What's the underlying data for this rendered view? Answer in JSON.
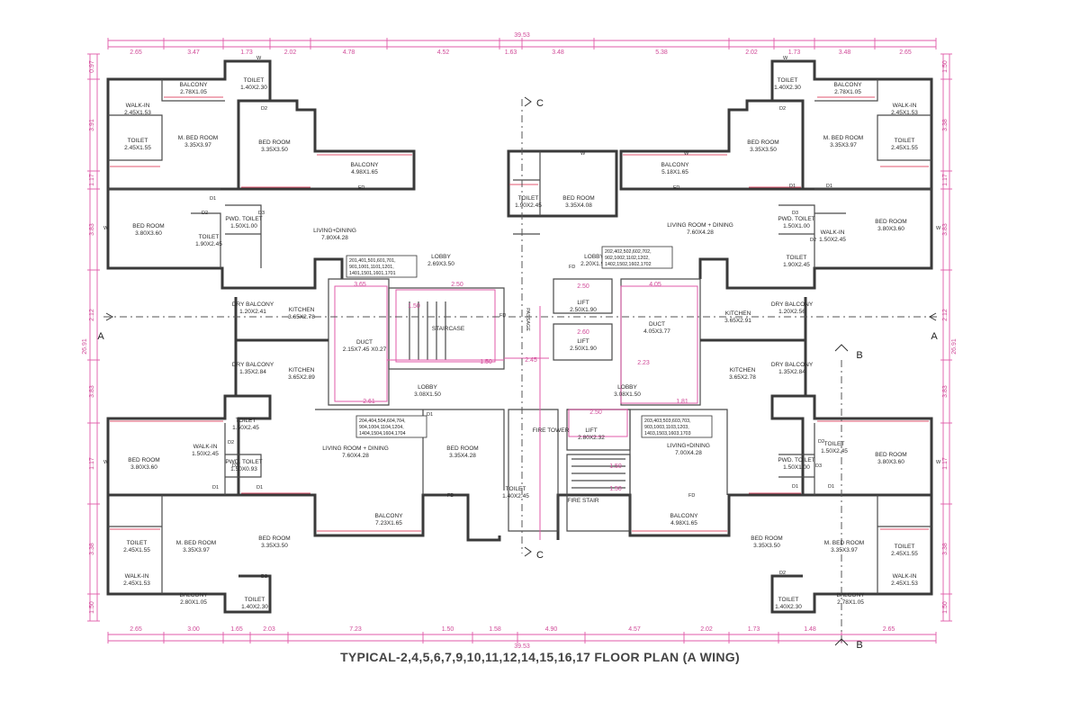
{
  "caption": "TYPICAL-2,4,5,6,7,9,10,11,12,14,15,16,17 FLOOR PLAN (A WING)",
  "overall_width": "39.53",
  "overall_depth": "26.91",
  "top_dims": [
    "2.65",
    "3.47",
    "1.73",
    "2.02",
    "4.78",
    "4.52",
    "1.63",
    "3.48",
    "5.38",
    "2.02",
    "1.73",
    "3.48",
    "2.65"
  ],
  "bottom_dims": [
    "2.65",
    "3.00",
    "1.65",
    "2.03",
    "7.23",
    "1.50",
    "1.58",
    "4.90",
    "4.57",
    "2.02",
    "1.73",
    "1.48",
    "2.65"
  ],
  "left_dims": [
    "0.97",
    "3.91",
    "1.17",
    "3.83",
    "2.12",
    "3.83",
    "1.17",
    "3.38",
    "1.50"
  ],
  "right_dims": [
    "1.50",
    "3.38",
    "1.17",
    "3.83",
    "2.12",
    "3.83",
    "1.17",
    "3.38",
    "1.50"
  ],
  "sections": {
    "a": "A",
    "b": "B",
    "c": "C"
  },
  "rooms": [
    {
      "id": "balcony-nw",
      "name": "BALCONY",
      "size": "2.78X1.05"
    },
    {
      "id": "toilet-nw-top",
      "name": "TOILET",
      "size": "1.40X2.30"
    },
    {
      "id": "walkin-nw",
      "name": "WALK-IN",
      "size": "2.45X1.53"
    },
    {
      "id": "toilet-nw-1",
      "name": "TOILET",
      "size": "2.45X1.55"
    },
    {
      "id": "mbed-nw",
      "name": "M. BED ROOM",
      "size": "3.35X3.97"
    },
    {
      "id": "bed-nw-2",
      "name": "BED ROOM",
      "size": "3.35X3.50"
    },
    {
      "id": "balcony-n-1",
      "name": "BALCONY",
      "size": "4.98X1.65"
    },
    {
      "id": "bed-nw-3",
      "name": "BED ROOM",
      "size": "3.80X3.60"
    },
    {
      "id": "toilet-nw-2",
      "name": "TOILET",
      "size": "1.90X2.45"
    },
    {
      "id": "pwd-nw",
      "name": "PWD. TOILET",
      "size": "1.50X1.00"
    },
    {
      "id": "living-nw",
      "name": "LIVING+DINING",
      "size": "7.80X4.28"
    },
    {
      "id": "lobby-n-1",
      "name": "LOBBY",
      "size": "2.69X3.50"
    },
    {
      "id": "toilet-n-c",
      "name": "TOILET",
      "size": "1.90X2.45"
    },
    {
      "id": "bed-n-c",
      "name": "BED ROOM",
      "size": "3.35X4.08"
    },
    {
      "id": "balcony-n-2",
      "name": "BALCONY",
      "size": "5.18X1.65"
    },
    {
      "id": "living-ne",
      "name": "LIVING ROOM + DINING",
      "size": "7.60X4.28"
    },
    {
      "id": "lobby-n-2",
      "name": "LOBBY",
      "size": "2.20X1.90"
    },
    {
      "id": "toilet-ne-top",
      "name": "TOILET",
      "size": "1.40X2.30"
    },
    {
      "id": "balcony-ne",
      "name": "BALCONY",
      "size": "2.78X1.05"
    },
    {
      "id": "walkin-ne",
      "name": "WALK-IN",
      "size": "2.45X1.53"
    },
    {
      "id": "bed-ne-1",
      "name": "BED ROOM",
      "size": "3.35X3.50"
    },
    {
      "id": "mbed-ne",
      "name": "M. BED ROOM",
      "size": "3.35X3.97"
    },
    {
      "id": "toilet-ne-1",
      "name": "TOILET",
      "size": "2.45X1.55"
    },
    {
      "id": "pwd-ne",
      "name": "PWD. TOILET",
      "size": "1.50X1.00"
    },
    {
      "id": "walkin-ne-2",
      "name": "WALK-IN",
      "size": "1.50X2.45"
    },
    {
      "id": "bed-ne-2",
      "name": "BED ROOM",
      "size": "3.80X3.60"
    },
    {
      "id": "toilet-ne-2",
      "name": "TOILET",
      "size": "1.90X2.45"
    },
    {
      "id": "dry-nw",
      "name": "DRY BALCONY",
      "size": "1.20X2.41"
    },
    {
      "id": "kitchen-nw",
      "name": "KITCHEN",
      "size": "3.65X2.78"
    },
    {
      "id": "duct-w",
      "name": "DUCT",
      "size": "2.15X7.45 X0.27"
    },
    {
      "id": "staircase",
      "name": "STAIRCASE",
      "size": ""
    },
    {
      "id": "lift-1",
      "name": "LIFT",
      "size": "2.50X1.90"
    },
    {
      "id": "lift-2",
      "name": "LIFT",
      "size": "2.50X1.90"
    },
    {
      "id": "duct-e",
      "name": "DUCT",
      "size": "4.05X3.77"
    },
    {
      "id": "kitchen-ne",
      "name": "KITCHEN",
      "size": "3.65X2.91"
    },
    {
      "id": "dry-ne",
      "name": "DRY BALCONY",
      "size": "1.20X2.56"
    },
    {
      "id": "dry-sw",
      "name": "DRY BALCONY",
      "size": "1.35X2.84"
    },
    {
      "id": "kitchen-sw",
      "name": "KITCHEN",
      "size": "3.65X2.89"
    },
    {
      "id": "lobby-s-1",
      "name": "LOBBY",
      "size": "3.08X1.50"
    },
    {
      "id": "lobby-s-2",
      "name": "LOBBY",
      "size": "3.08X1.50"
    },
    {
      "id": "kitchen-se",
      "name": "KITCHEN",
      "size": "3.65X2.78"
    },
    {
      "id": "dry-se",
      "name": "DRY BALCONY",
      "size": "1.35X2.84"
    },
    {
      "id": "toilet-sw-top",
      "name": "TOILET",
      "size": "1.50X2.45"
    },
    {
      "id": "bed-sw-1",
      "name": "BED ROOM",
      "size": "3.80X3.60"
    },
    {
      "id": "walkin-sw",
      "name": "WALK-IN",
      "size": "1.50X2.45"
    },
    {
      "id": "pwd-sw",
      "name": "PWD. TOILET",
      "size": "1.50X0.93"
    },
    {
      "id": "living-sw",
      "name": "LIVING ROOM + DINING",
      "size": "7.60X4.28"
    },
    {
      "id": "bed-s-c",
      "name": "BED ROOM",
      "size": "3.35X4.28"
    },
    {
      "id": "lift-3",
      "name": "LIFT",
      "size": "2.80X2.32"
    },
    {
      "id": "fire-tower",
      "name": "FIRE TOWER",
      "size": ""
    },
    {
      "id": "toilet-s-c",
      "name": "TOILET",
      "size": "1.40X2.45"
    },
    {
      "id": "fire-stair",
      "name": "FIRE STAIR",
      "size": ""
    },
    {
      "id": "living-se",
      "name": "LIVING+DINING",
      "size": "7.00X4.28"
    },
    {
      "id": "toilet-se-top",
      "name": "TOILET",
      "size": "1.50X2.45"
    },
    {
      "id": "pwd-se",
      "name": "PWD. TOILET",
      "size": "1.50X1.00"
    },
    {
      "id": "bed-se-1",
      "name": "BED ROOM",
      "size": "3.80X3.60"
    },
    {
      "id": "toilet-sw-1",
      "name": "TOILET",
      "size": "2.45X1.55"
    },
    {
      "id": "mbed-sw",
      "name": "M. BED ROOM",
      "size": "3.35X3.97"
    },
    {
      "id": "bed-sw-2",
      "name": "BED ROOM",
      "size": "3.35X3.50"
    },
    {
      "id": "walkin-sw-2",
      "name": "WALK-IN",
      "size": "2.45X1.53"
    },
    {
      "id": "balcony-sw",
      "name": "BALCONY",
      "size": "2.80X1.05"
    },
    {
      "id": "toilet-sw-bot",
      "name": "TOILET",
      "size": "1.40X2.30"
    },
    {
      "id": "balcony-s-1",
      "name": "BALCONY",
      "size": "7.23X1.65"
    },
    {
      "id": "balcony-s-2",
      "name": "BALCONY",
      "size": "4.98X1.65"
    },
    {
      "id": "bed-se-2",
      "name": "BED ROOM",
      "size": "3.35X3.50"
    },
    {
      "id": "mbed-se",
      "name": "M. BED ROOM",
      "size": "3.35X3.97"
    },
    {
      "id": "toilet-se-1",
      "name": "TOILET",
      "size": "2.45X1.55"
    },
    {
      "id": "walkin-se",
      "name": "WALK-IN",
      "size": "2.45X1.53"
    },
    {
      "id": "toilet-se-bot",
      "name": "TOILET",
      "size": "1.40X2.30"
    },
    {
      "id": "balcony-se",
      "name": "BALCONY",
      "size": "2.78X1.05"
    }
  ],
  "flat_numbers": [
    {
      "id": "flats-nw",
      "text": [
        "201,401,501,601,701,",
        "901,1001,1101,1201,",
        "1401,1501,1601,1701"
      ]
    },
    {
      "id": "flats-ne",
      "text": [
        "202,402,502,602,702,",
        "902,1002,1102,1202,",
        "1402,1502,1602,1702"
      ]
    },
    {
      "id": "flats-sw",
      "text": [
        "204,404,504,604,704,",
        "904,1004,1104,1204,",
        "1404,1504,1604,1704"
      ]
    },
    {
      "id": "flats-se",
      "text": [
        "203,403,503,603,703,",
        "903,1003,1103,1203,",
        "1403,1503,1603,1703"
      ]
    }
  ],
  "core_labels": {
    "passage": "PASSAGE",
    "fd": "FD",
    "w": "W",
    "d1": "D1",
    "d2": "D2",
    "d3": "D3"
  },
  "core_dims": [
    "1.50",
    "2.50",
    "1.50",
    "2.45",
    "2.50",
    "2.60",
    "1.50",
    "1.50",
    "2.50",
    "3.65",
    "4.05",
    "2.61",
    "1.81",
    "2.23"
  ]
}
